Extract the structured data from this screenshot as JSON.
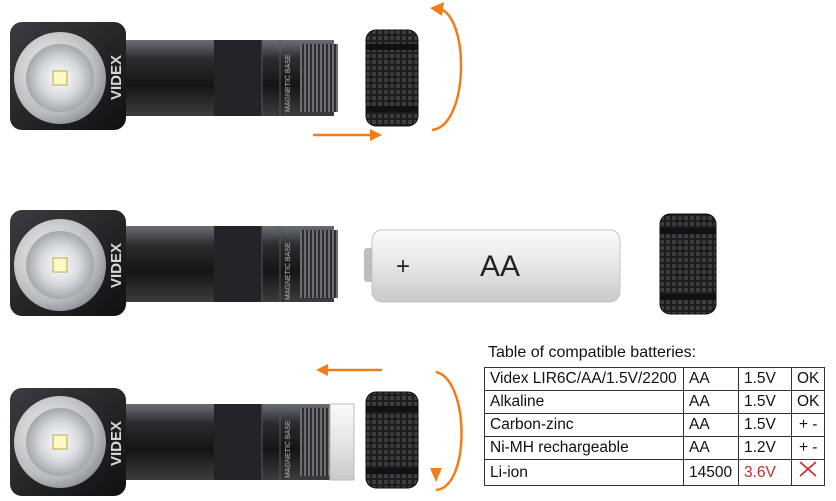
{
  "battery_label": "AA",
  "polarity": "+",
  "brand": "VIDEX",
  "engraving": "MAGNETIC BASE",
  "table": {
    "title": "Table of compatible batteries:",
    "rows": [
      {
        "name": "Videx LIR6C/AA/1.5V/2200",
        "size": "AA",
        "voltage": "1.5V",
        "status": "OK"
      },
      {
        "name": "Alkaline",
        "size": "AA",
        "voltage": "1.5V",
        "status": "OK"
      },
      {
        "name": "Carbon-zinc",
        "size": "AA",
        "voltage": "1.5V",
        "status": "+ -"
      },
      {
        "name": "Ni-MH rechargeable",
        "size": "AA",
        "voltage": "1.2V",
        "status": "+ -"
      },
      {
        "name": "Li-ion",
        "size": "14500",
        "voltage": "3.6V",
        "status": "cross-icon"
      }
    ]
  },
  "colors": {
    "arrow": "#f07d1a",
    "warning": "#c62828"
  }
}
